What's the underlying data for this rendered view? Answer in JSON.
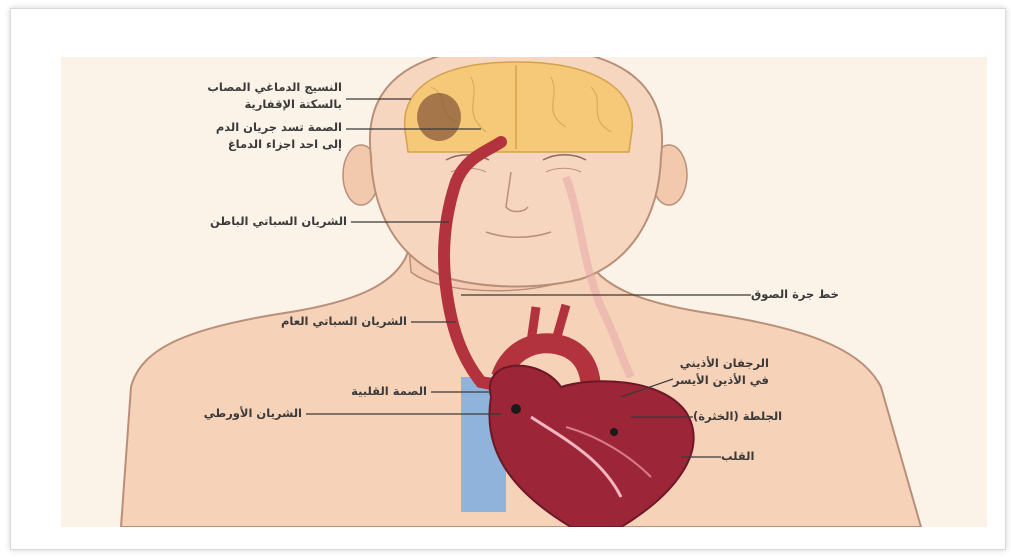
{
  "labels": {
    "brain_tissue_1": "النسيج الدماغي المصاب",
    "brain_tissue_2": "بالسكتة الإقفارية",
    "clot_1": "الصمة تسد جريان الدم",
    "clot_2": "إلى احد اجزاء الدماغ",
    "internal_carotid": "الشريان السباتي الباطن",
    "skin_line": "خط جرة الصوق",
    "common_carotid": "الشريان السباتي العام",
    "left_atrium_1": "الرجفان الأذيني",
    "left_atrium_2": "في الأذين الأيسر",
    "cardiac_embolus": "الصمة القلبية",
    "aorta": "الشريان الأورطي",
    "clot": "الجلطة (الخثرة)",
    "heart": "القلب"
  },
  "colors": {
    "skin": "#f6d2b8",
    "skin_outline": "#b98f7a",
    "brain": "#f5c978",
    "artery": "#b2323d",
    "heart": "#9c2638",
    "vein": "#8fb3db",
    "background": "#fbf3e8"
  }
}
